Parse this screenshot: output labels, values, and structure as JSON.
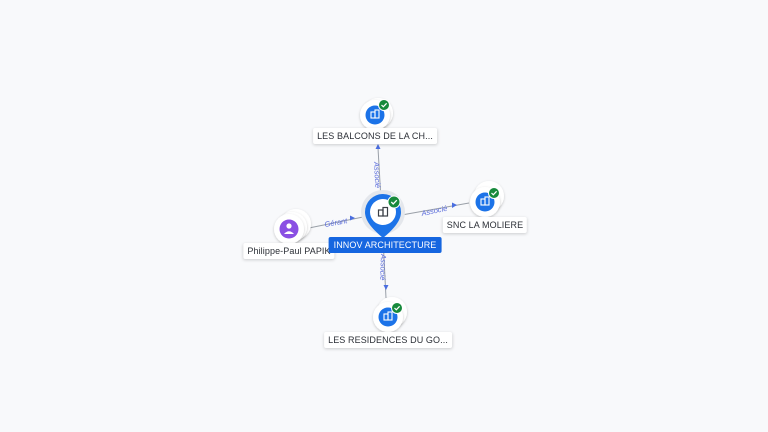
{
  "colors": {
    "background": "#f8f9fb",
    "company_node": "#1c73e8",
    "person_node": "#8a4fe3",
    "check_badge": "#178a3c",
    "edge_line": "#9aa0a8",
    "edge_label": "#5a6cdb",
    "main_label_bg": "#1666e0"
  },
  "center": {
    "label": "INNOV ARCHITECTURE",
    "icon": "building-icon",
    "verified": true
  },
  "nodes": {
    "top": {
      "label": "LES BALCONS DE LA CH...",
      "icon": "building-icon",
      "verified": true
    },
    "right": {
      "label": "SNC LA MOLIERE",
      "icon": "building-icon",
      "verified": true
    },
    "bottom": {
      "label": "LES RESIDENCES DU GO...",
      "icon": "building-icon",
      "verified": true
    },
    "left": {
      "label": "Philippe-Paul PAPIK",
      "icon": "person-icon",
      "verified": false
    }
  },
  "edges": {
    "top": "Associé",
    "right": "Associé",
    "bottom": "Associé",
    "left": "Gérant"
  }
}
